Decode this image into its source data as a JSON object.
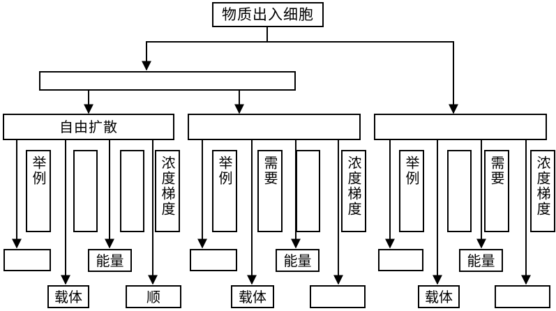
{
  "root": {
    "label": "物质出入细胞"
  },
  "level1": {
    "label": ""
  },
  "groups": [
    {
      "header": "自由扩散",
      "example_label": "举例",
      "carrier_col_label": "",
      "energy_col_label": "",
      "gradient_label": "浓度梯度",
      "example_answer": "",
      "carrier": "载体",
      "energy": "能量",
      "gradient_value": "顺"
    },
    {
      "header": "",
      "example_label": "举例",
      "carrier_col_label": "需要",
      "energy_col_label": "",
      "gradient_label": "浓度梯度",
      "example_answer": "",
      "carrier": "载体",
      "energy": "能量",
      "gradient_value": ""
    },
    {
      "header": "",
      "example_label": "举例",
      "carrier_col_label": "",
      "energy_col_label": "需要",
      "gradient_label": "浓度梯度",
      "example_answer": "",
      "carrier": "载体",
      "energy": "能量",
      "gradient_value": ""
    }
  ]
}
